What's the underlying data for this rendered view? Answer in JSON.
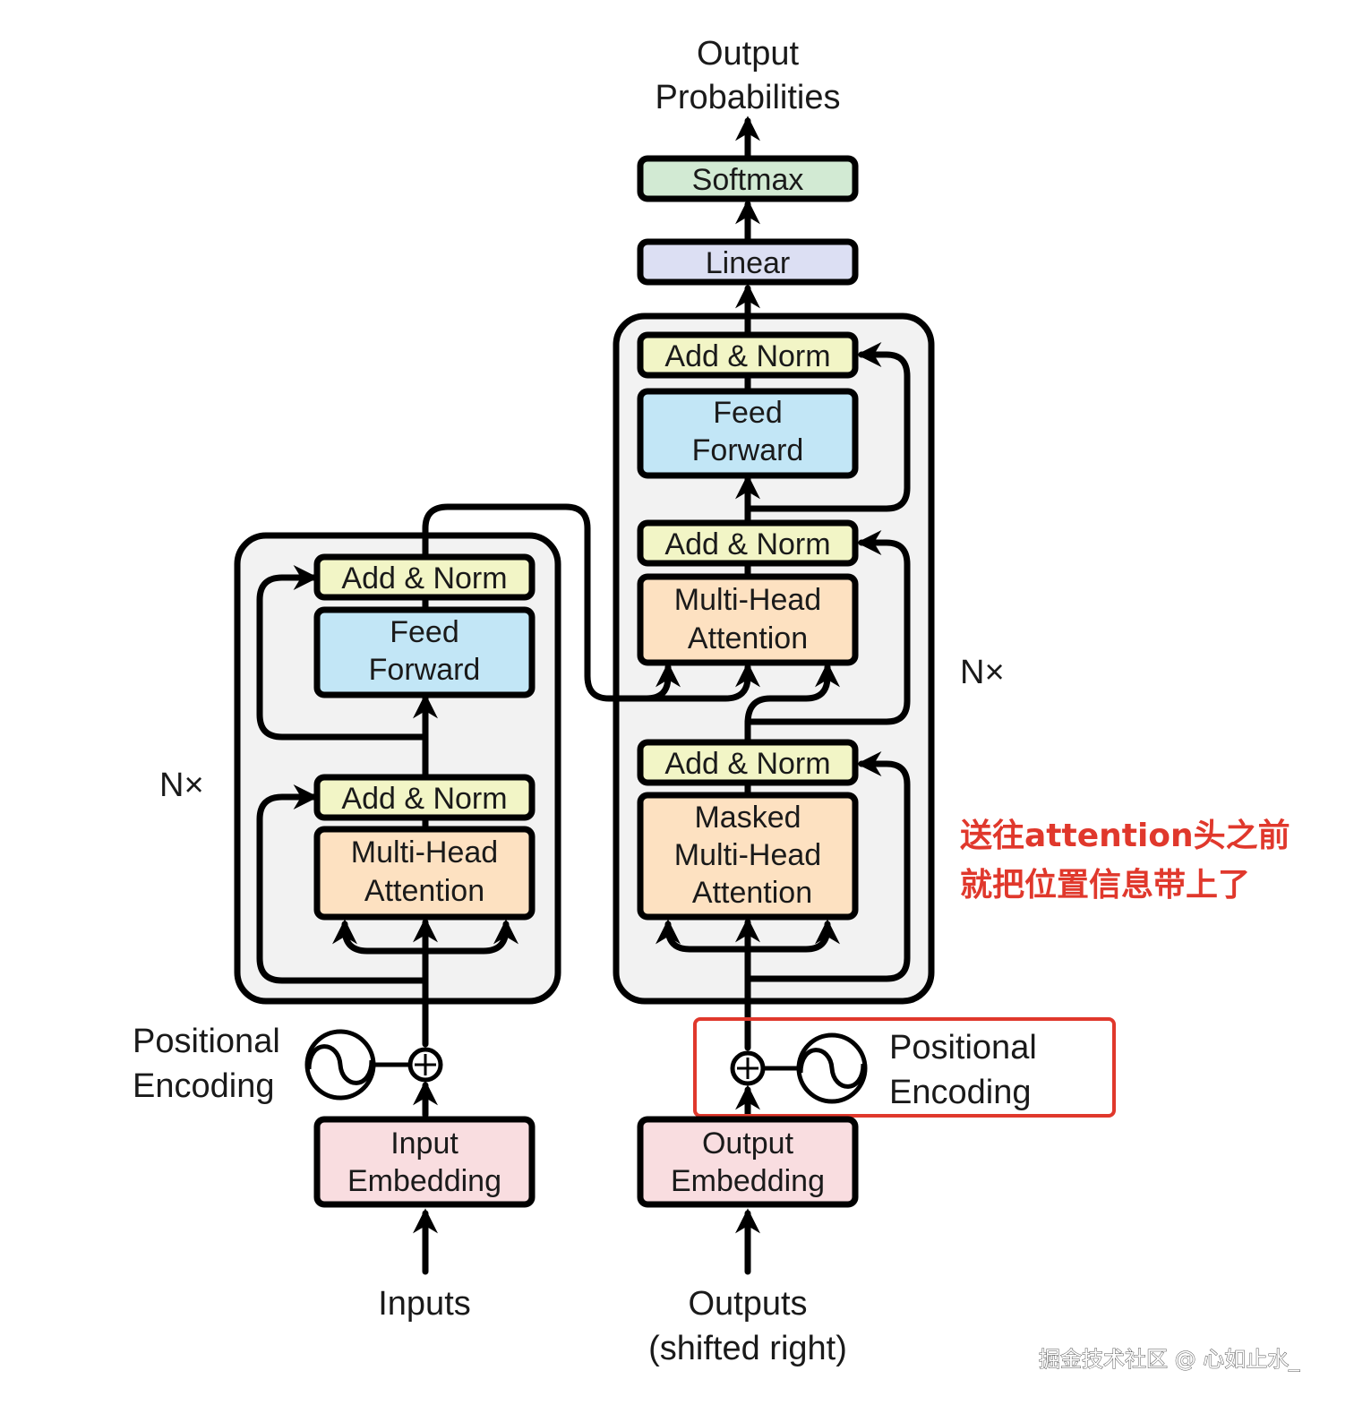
{
  "colors": {
    "add_norm": "#f2f5c6",
    "feed_forward": "#c2e6f6",
    "attention": "#fde1c1",
    "embedding": "#f9dde0",
    "linear": "#dcdff3",
    "softmax": "#d2ead3",
    "stack_bg": "#f2f2f2",
    "highlight": "#e0382c"
  },
  "output_label": {
    "line1": "Output",
    "line2": "Probabilities"
  },
  "softmax": "Softmax",
  "linear": "Linear",
  "encoder": {
    "repeat_label": "N×",
    "add_norm_top": "Add & Norm",
    "feed_forward": {
      "line1": "Feed",
      "line2": "Forward"
    },
    "add_norm_bottom": "Add & Norm",
    "attention": {
      "line1": "Multi-Head",
      "line2": "Attention"
    },
    "positional_encoding": {
      "line1": "Positional",
      "line2": "Encoding"
    },
    "embedding": {
      "line1": "Input",
      "line2": "Embedding"
    },
    "input_label": "Inputs"
  },
  "decoder": {
    "repeat_label": "N×",
    "add_norm_top": "Add & Norm",
    "feed_forward": {
      "line1": "Feed",
      "line2": "Forward"
    },
    "add_norm_mid": "Add & Norm",
    "cross_attention": {
      "line1": "Multi-Head",
      "line2": "Attention"
    },
    "add_norm_bottom": "Add & Norm",
    "masked_attention": {
      "line1": "Masked",
      "line2": "Multi-Head",
      "line3": "Attention"
    },
    "positional_encoding": {
      "line1": "Positional",
      "line2": "Encoding"
    },
    "embedding": {
      "line1": "Output",
      "line2": "Embedding"
    },
    "output_label": {
      "line1": "Outputs",
      "line2": "(shifted right)"
    }
  },
  "annotation": {
    "line1": "送往attention头之前",
    "line2": "就把位置信息带上了"
  },
  "watermark": "掘金技术社区 @ 心如止水_"
}
